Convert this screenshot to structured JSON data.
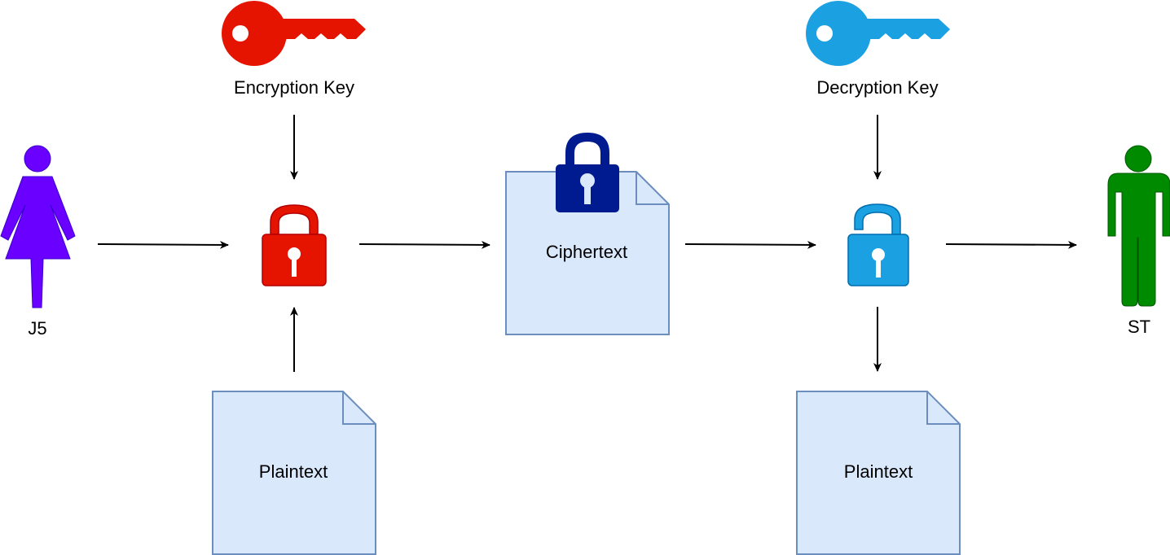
{
  "people": {
    "sender": {
      "label": "J5",
      "color": "#6a00ff",
      "icon": "female-person-icon"
    },
    "receiver": {
      "label": "ST",
      "color": "#008a00",
      "icon": "male-person-icon"
    }
  },
  "keys": {
    "encryption": {
      "label": "Encryption Key",
      "color": "#e51400",
      "icon": "key-icon"
    },
    "decryption": {
      "label": "Decryption Key",
      "color": "#1ba1e2",
      "icon": "key-icon"
    }
  },
  "locks": {
    "encrypt": {
      "color": "#e51400",
      "icon": "closed-padlock-icon"
    },
    "ciphertext": {
      "color": "#001a8f",
      "icon": "closed-padlock-icon"
    },
    "decrypt": {
      "color": "#1ba1e2",
      "icon": "open-padlock-icon"
    }
  },
  "documents": {
    "plaintext_in": {
      "label": "Plaintext"
    },
    "ciphertext": {
      "label": "Ciphertext"
    },
    "plaintext_out": {
      "label": "Plaintext"
    }
  },
  "colors": {
    "doc_fill": "#dae8fc",
    "doc_stroke": "#6c8ebf",
    "arrow": "#000000"
  }
}
